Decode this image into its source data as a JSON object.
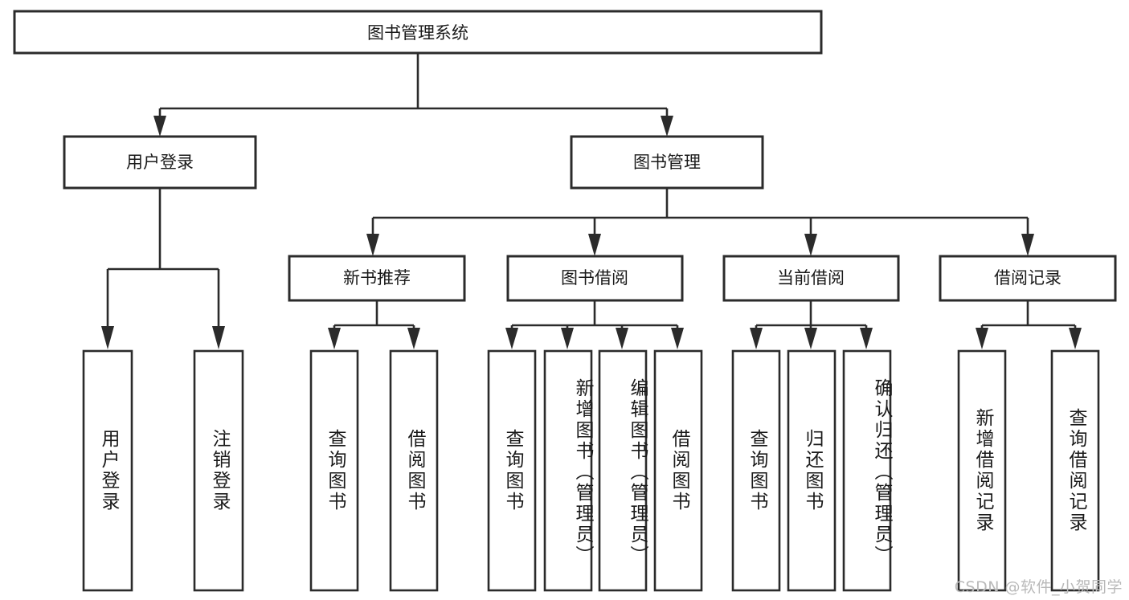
{
  "diagram": {
    "type": "tree-hierarchy",
    "title": "图书管理系统",
    "root": {
      "id": "root",
      "label": "图书管理系统",
      "orientation": "horizontal"
    },
    "level2": [
      {
        "id": "user-login",
        "label": "用户登录",
        "orientation": "horizontal"
      },
      {
        "id": "book-manage",
        "label": "图书管理",
        "orientation": "horizontal"
      }
    ],
    "level3": [
      {
        "id": "new-book-recommend",
        "label": "新书推荐",
        "parent": "book-manage",
        "orientation": "horizontal"
      },
      {
        "id": "book-borrow",
        "label": "图书借阅",
        "parent": "book-manage",
        "orientation": "horizontal"
      },
      {
        "id": "current-borrow",
        "label": "当前借阅",
        "parent": "book-manage",
        "orientation": "horizontal"
      },
      {
        "id": "borrow-record",
        "label": "借阅记录",
        "parent": "book-manage",
        "orientation": "horizontal"
      }
    ],
    "leaves": [
      {
        "id": "leaf-user-login",
        "label": "用户登录",
        "parent": "user-login",
        "orientation": "vertical"
      },
      {
        "id": "leaf-logout",
        "label": "注销登录",
        "parent": "user-login",
        "orientation": "vertical"
      },
      {
        "id": "leaf-query-book-1",
        "label": "查询图书",
        "parent": "new-book-recommend",
        "orientation": "vertical"
      },
      {
        "id": "leaf-borrow-book-1",
        "label": "借阅图书",
        "parent": "new-book-recommend",
        "orientation": "vertical"
      },
      {
        "id": "leaf-query-book-2",
        "label": "查询图书",
        "parent": "book-borrow",
        "orientation": "vertical"
      },
      {
        "id": "leaf-add-book",
        "label": "新增图书（管理员）",
        "parent": "book-borrow",
        "orientation": "vertical"
      },
      {
        "id": "leaf-edit-book",
        "label": "编辑图书（管理员）",
        "parent": "book-borrow",
        "orientation": "vertical"
      },
      {
        "id": "leaf-borrow-book-2",
        "label": "借阅图书",
        "parent": "book-borrow",
        "orientation": "vertical"
      },
      {
        "id": "leaf-query-book-3",
        "label": "查询图书",
        "parent": "current-borrow",
        "orientation": "vertical"
      },
      {
        "id": "leaf-return-book",
        "label": "归还图书",
        "parent": "current-borrow",
        "orientation": "vertical"
      },
      {
        "id": "leaf-confirm-return",
        "label": "确认归还（管理员）",
        "parent": "current-borrow",
        "orientation": "vertical"
      },
      {
        "id": "leaf-add-record",
        "label": "新增借阅记录",
        "parent": "borrow-record",
        "orientation": "vertical"
      },
      {
        "id": "leaf-query-record",
        "label": "查询借阅记录",
        "parent": "borrow-record",
        "orientation": "vertical"
      }
    ],
    "colors": {
      "background": "#ffffff",
      "box_fill": "#ffffff",
      "box_stroke": "#2b2b2b",
      "connector": "#2b2b2b",
      "text": "#1a1a1a",
      "watermark": "#b9b9b9"
    }
  },
  "watermark": {
    "text": "CSDN @软件_小贺同学"
  }
}
